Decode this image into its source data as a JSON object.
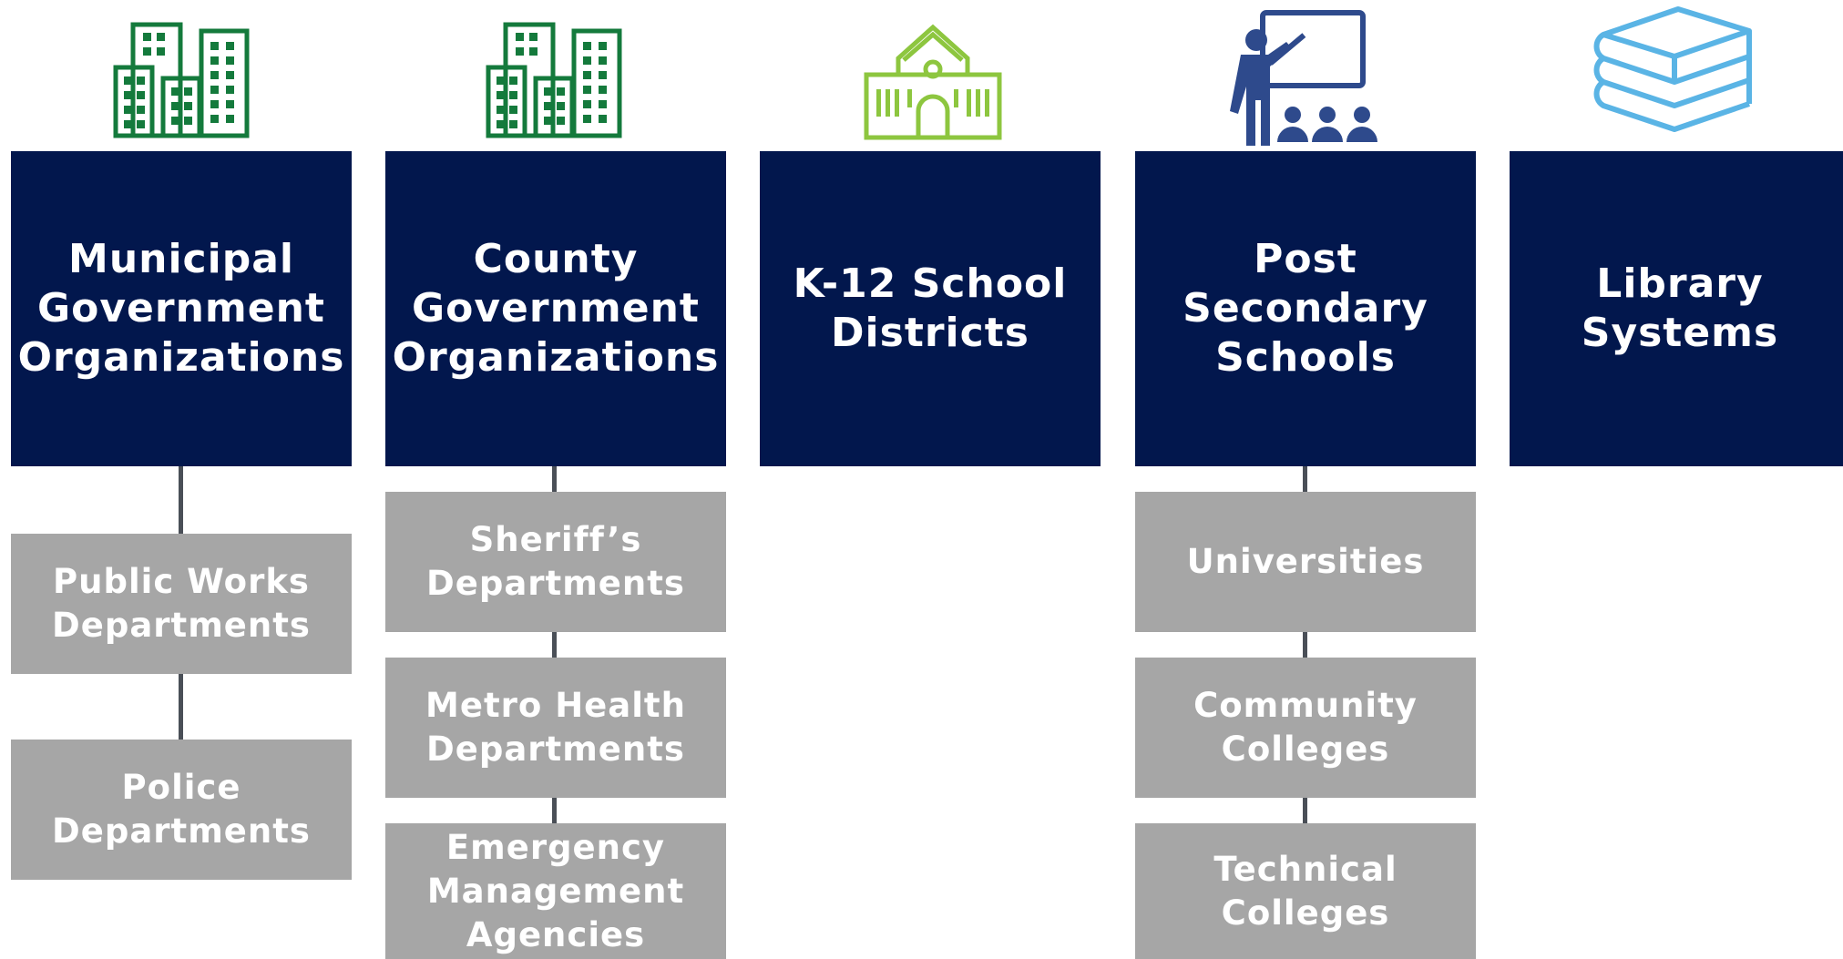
{
  "colors": {
    "header_fill": "#02174d",
    "sub_fill": "#a6a6a6",
    "connector": "#4a4f57",
    "icon_dark_green": "#147a3c",
    "icon_light_green": "#8dc63f",
    "icon_navy": "#2e4a8c",
    "icon_light_blue": "#5ab4e5"
  },
  "columns": [
    {
      "icon": "city-buildings-icon",
      "title": "Municipal\nGovernment\nOrganizations",
      "children": [
        "Public Works\nDepartments",
        "Police\nDepartments"
      ]
    },
    {
      "icon": "city-buildings-icon",
      "title": "County\nGovernment\nOrganizations",
      "children": [
        "Sheriff’s\nDepartments",
        "Metro Health\nDepartments",
        "Emergency\nManagement\nAgencies"
      ]
    },
    {
      "icon": "school-building-icon",
      "title": "K-12 School\nDistricts",
      "children": []
    },
    {
      "icon": "teacher-classroom-icon",
      "title": "Post\nSecondary\nSchools",
      "children": [
        "Universities",
        "Community\nColleges",
        "Technical\nColleges"
      ]
    },
    {
      "icon": "book-stack-icon",
      "title": "Library\nSystems",
      "children": []
    }
  ]
}
